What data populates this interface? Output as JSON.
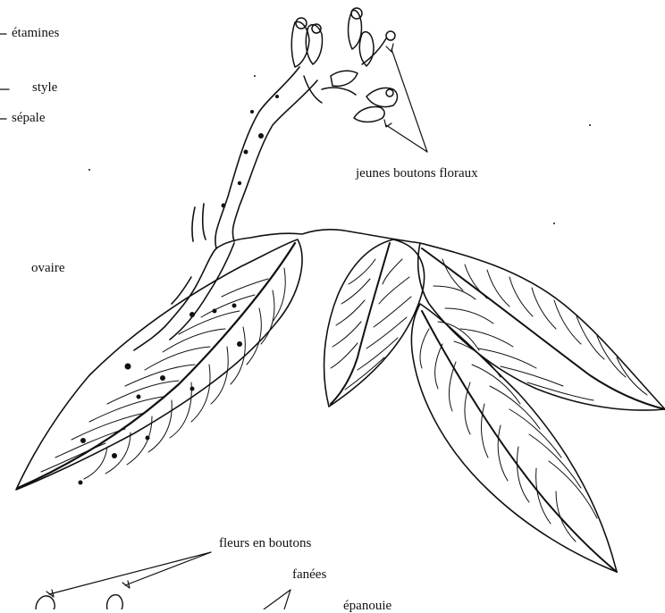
{
  "labels": {
    "etamines": "étamines",
    "style": "style",
    "sepale": "sépale",
    "jeunes_boutons": "jeunes boutons floraux",
    "ovaire": "ovaire",
    "fleurs_boutons": "fleurs en boutons",
    "fanees": "fanées",
    "epanouie": "épanouie"
  },
  "colors": {
    "ink": "#111111",
    "paper": "#ffffff"
  }
}
